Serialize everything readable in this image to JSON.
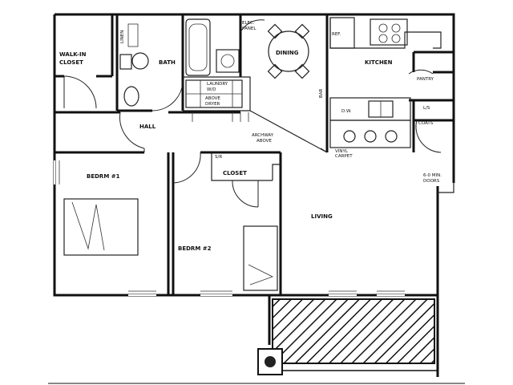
{
  "rooms": {
    "walk_in_closet_1": "WALK-IN",
    "walk_in_closet_2": "CLOSET",
    "bath": "BATH",
    "elec_panel_1": "ELEC.",
    "elec_panel_2": "PANEL",
    "dining": "DINING",
    "kitchen": "KITCHEN",
    "ref": "REF.",
    "pantry": "PANTRY",
    "dw": "D.W.",
    "ls": "L/S",
    "coats": "COATS",
    "hall": "HALL",
    "archway_1": "ARCHWAY",
    "archway_2": "ABOVE",
    "vinyl_carpet_1": "VINYL",
    "vinyl_carpet_2": "CARPET",
    "mini_doors_1": "6-0 MIN.",
    "mini_doors_2": "DOORS",
    "bedroom1": "BEDRM #1",
    "closet": "CLOSET",
    "sr": "S/R",
    "bedroom2": "BEDRM #2",
    "living": "LIVING",
    "linen": "LINEN",
    "bar": "BAR",
    "laundry_1": "LAUNDRY",
    "laundry_2": "W/D",
    "laundry_3": "ABOVE",
    "laundry_4": "DRYER"
  },
  "colors": {
    "ink": "#111111",
    "paper": "#ffffff"
  }
}
